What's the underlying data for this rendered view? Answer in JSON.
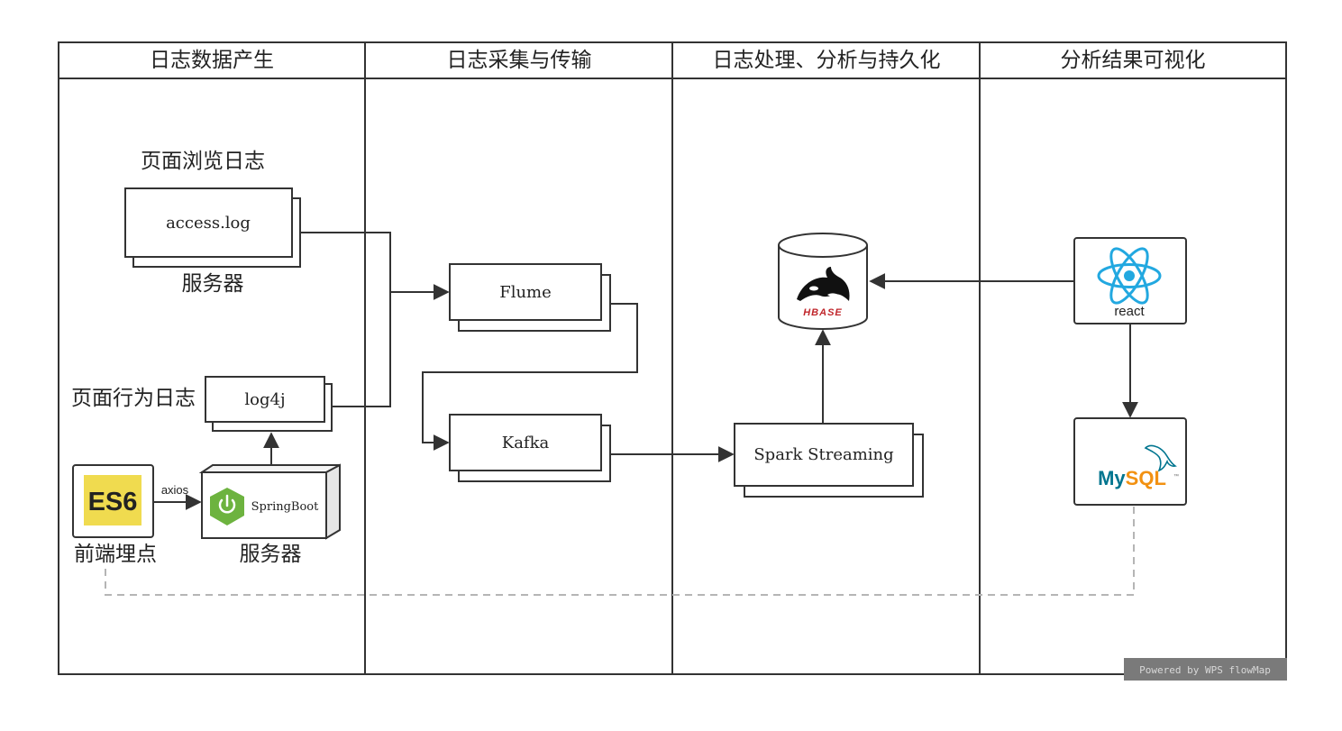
{
  "lanes": [
    {
      "title": "日志数据产生"
    },
    {
      "title": "日志采集与传输"
    },
    {
      "title": "日志处理、分析与持久化"
    },
    {
      "title": "分析结果可视化"
    }
  ],
  "nodes": {
    "access_log": {
      "caption_top": "页面浏览日志",
      "label": "access.log",
      "caption_bottom": "服务器"
    },
    "log4j": {
      "caption_left": "页面行为日志",
      "label": "log4j"
    },
    "es6": {
      "label": "ES6",
      "caption": "前端埋点",
      "badge_color": "#f0db4f"
    },
    "springboot": {
      "label": "SpringBoot",
      "caption": "服务器",
      "logo_color": "#6db33f"
    },
    "flume": {
      "label": "Flume"
    },
    "kafka": {
      "label": "Kafka"
    },
    "spark": {
      "label": "Spark Streaming"
    },
    "hbase": {
      "label": "HBASE",
      "label_color": "#c0262b"
    },
    "react": {
      "label": "react",
      "logo_color": "#22a8e0"
    },
    "mysql": {
      "label_my": "My",
      "label_sql": "SQL",
      "my_color": "#00758f",
      "sql_color": "#f29111"
    }
  },
  "edges": {
    "axios": {
      "label": "axios"
    }
  },
  "watermark": "Powered by WPS flowMap"
}
